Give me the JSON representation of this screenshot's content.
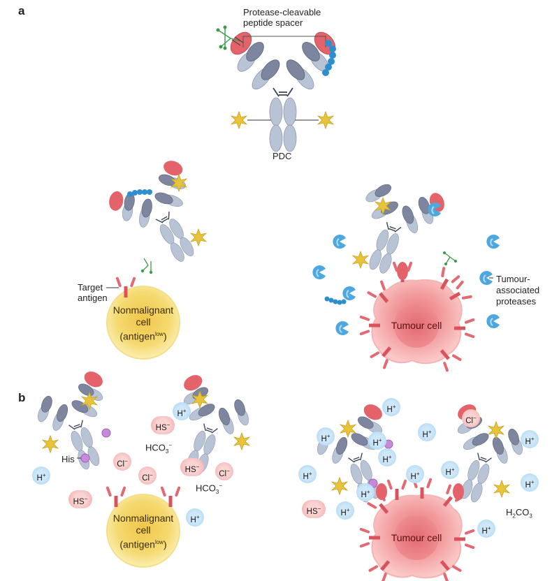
{
  "panels": {
    "a": "a",
    "b": "b"
  },
  "panel_a": {
    "spacer_label_line1": "Protease-cleavable",
    "spacer_label_line2": "peptide spacer",
    "pdc_label": "PDC",
    "target_antigen_line1": "Target",
    "target_antigen_line2": "antigen",
    "normal_cell_line1": "Nonmalignant",
    "normal_cell_line2": "cell",
    "normal_cell_line3": "(antigen",
    "normal_cell_sup": "low",
    "normal_cell_close": ")",
    "tumour_cell": "Tumour cell",
    "protease_line1": "Tumour-",
    "protease_line2": "associated",
    "protease_line3": "proteases"
  },
  "panel_b": {
    "his_label": "His",
    "normal_cell_line1": "Nonmalignant",
    "normal_cell_line2": "cell",
    "normal_cell_line3": "(antigen",
    "normal_cell_sup": "low",
    "normal_cell_close": ")",
    "tumour_cell": "Tumour cell",
    "ion_h": "H",
    "ion_h_sup": "+",
    "ion_cl": "Cl",
    "ion_cl_sup": "−",
    "ion_hs": "HS",
    "ion_hs_sup": "−",
    "ion_hco3_a": "HCO",
    "ion_hco3_sub": "3",
    "ion_hco3_sup": "−",
    "ion_h2co3_a": "H",
    "ion_h2co3_sub1": "2",
    "ion_h2co3_b": "CO",
    "ion_h2co3_sub2": "3"
  },
  "colors": {
    "heavy_chain": "#b9c3d6",
    "light_chain_dark": "#7d869e",
    "cdr": "#e4636b",
    "payload": "#e8c43a",
    "peptide": "#2e8fd0",
    "normal_cell": "#f5d96a",
    "tumour_cell": "#f39a9a",
    "proton_ion": "#a5d3f2",
    "anion": "#f2aaaa",
    "protease": "#4da8e0"
  },
  "icons": [
    "antibody-icon",
    "payload-star-icon",
    "protease-icon",
    "receptor-icon",
    "peptide-chain-icon",
    "histidine-icon"
  ]
}
